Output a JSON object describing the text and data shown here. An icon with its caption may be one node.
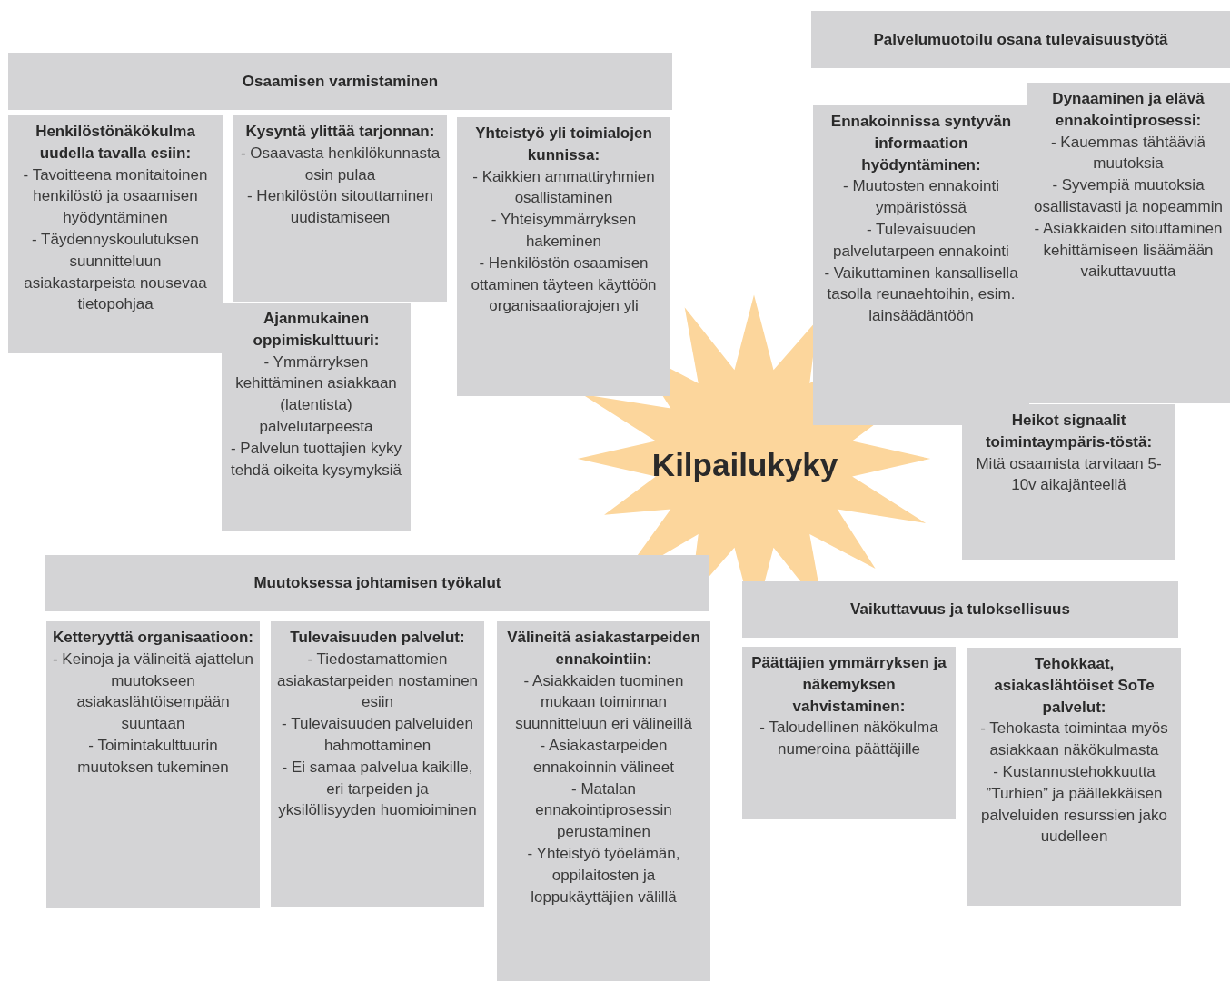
{
  "diagram": {
    "nodes": [
      {
        "text": [
          "Osaamisen varmistaminen"
        ]
      },
      {
        "text": [
          "Henkilöstönäkökulma uudella tavalla esiin:",
          "- Tavoitteena monitaitoinen henkilöstö ja osaamisen hyödyntäminen",
          "- Täydennyskoulutuksen suunnitteluun asiakastarpeista nousevaa tietopohjaa"
        ]
      },
      {
        "text": [
          "Kysyntä ylittää tarjonnan:",
          "- Osaavasta henkilökunnasta osin pulaa",
          "- Henkilöstön sitouttaminen uudistamiseen"
        ]
      },
      {
        "text": [
          "Ajanmukainen oppimiskulttuuri:",
          "- Ymmärryksen kehittäminen asiakkaan (latentista) palvelutarpeesta",
          "- Palvelun tuottajien kyky tehdä oikeita kysymyksiä"
        ]
      },
      {
        "text": [
          "Yhteistyö yli toimialojen kunnissa:",
          "- Kaikkien ammattiryhmien osallistaminen",
          "- Yhteisymmärryksen hakeminen",
          "- Henkilöstön osaamisen ottaminen täyteen käyttöön organisaatiorajojen yli"
        ]
      },
      {
        "text": [
          "Palvelumuotoilu osana tulevaisuustyötä"
        ]
      },
      {
        "text": [
          "Ennakoinnissa syntyvän informaation hyödyntäminen:",
          "- Muutosten ennakointi ympäristössä",
          "- Tulevaisuuden palvelutarpeen ennakointi",
          "- Vaikuttaminen kansallisella tasolla reunaehtoihin, esim. lainsäädäntöön"
        ]
      },
      {
        "text": [
          "Dynaaminen ja elävä ennakointiprosessi:",
          "- Kauemmas tähtääviä muutoksia",
          "- Syvempiä muutoksia osallistavasti ja nopeammin",
          "- Asiakkaiden sitouttaminen kehittämiseen lisäämään vaikuttavuutta"
        ]
      },
      {
        "text": [
          "Heikot signaalit toimintaympäris-töstä:",
          "Mitä osaamista tarvitaan 5-10v aikajänteellä"
        ]
      },
      {
        "text": [
          "Kilpailukyky"
        ]
      },
      {
        "text": [
          "Muutoksessa johtamisen työkalut"
        ]
      },
      {
        "text": [
          "Ketteryyttä organisaatioon:",
          "- Keinoja ja välineitä ajattelun muutokseen asiakaslähtöisempään suuntaan",
          "- Toimintakulttuurin muutoksen tukeminen"
        ]
      },
      {
        "text": [
          "Tulevaisuuden palvelut:",
          "- Tiedostamattomien asiakastarpeiden nostaminen esiin",
          "- Tulevaisuuden palveluiden hahmottaminen",
          "- Ei samaa palvelua kaikille, eri tarpeiden ja yksilöllisyyden huomioiminen"
        ]
      },
      {
        "text": [
          "Välineitä asiakastarpeiden ennakointiin:",
          "- Asiakkaiden tuominen mukaan toiminnan suunnitteluun eri välineillä",
          "- Asiakastarpeiden ennakoinnin välineet",
          "- Matalan ennakointiprosessin perustaminen",
          "- Yhteistyö työelämän, oppilaitosten ja loppukäyttäjien välillä"
        ]
      },
      {
        "text": [
          "Vaikuttavuus ja tuloksellisuus"
        ]
      },
      {
        "text": [
          "Päättäjien ymmärryksen ja näkemyksen vahvistaminen:",
          "- Taloudellinen näkökulma numeroina päättäjille"
        ]
      },
      {
        "text": [
          "Tehokkaat, asiakaslähtöiset SoTe palvelut:",
          "- Tehokasta toimintaa myös asiakkaan näkökulmasta",
          "- Kustannustehokkuutta ”Turhien” ja päällekkäisen palveluiden resurssien jako uudelleen"
        ]
      }
    ]
  }
}
